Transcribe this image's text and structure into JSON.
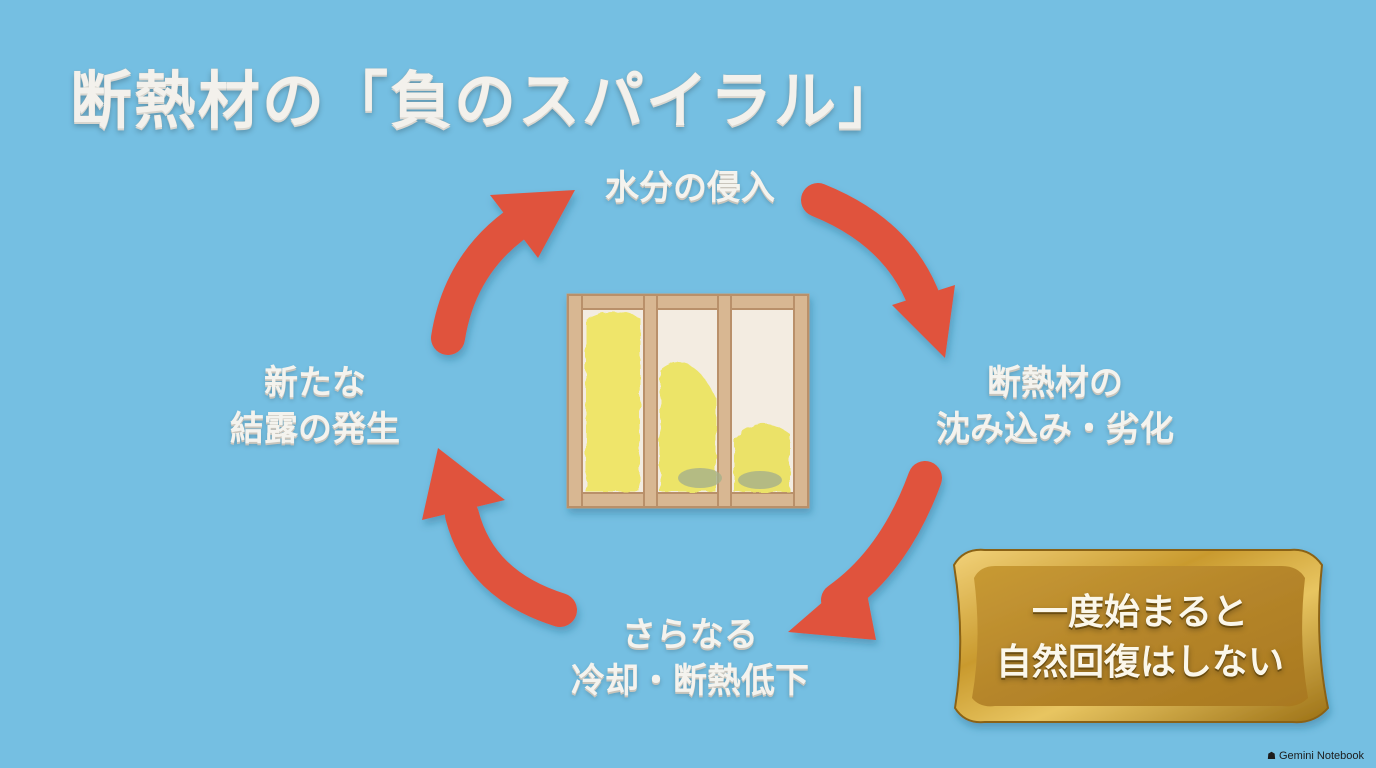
{
  "title": "断熱材の「負のスパイラル」",
  "cycle": {
    "top": {
      "line1": "水分の侵入"
    },
    "right": {
      "line1": "断熱材の",
      "line2": "沈み込み・劣化"
    },
    "bottom": {
      "line1": "さらなる",
      "line2": "冷却・断熱低下"
    },
    "left": {
      "line1": "新たな",
      "line2": "結露の発生"
    }
  },
  "plaque": {
    "line1": "一度始まると",
    "line2": "自然回復はしない"
  },
  "watermark": {
    "icon": "gemini-icon",
    "text": "Gemini Notebook"
  },
  "colors": {
    "background": "#75bfe2",
    "arrow": "#e0533e",
    "plaque_gold": "#c9a23a",
    "insulation": "#efe56a",
    "wood_frame": "#d8b792"
  }
}
